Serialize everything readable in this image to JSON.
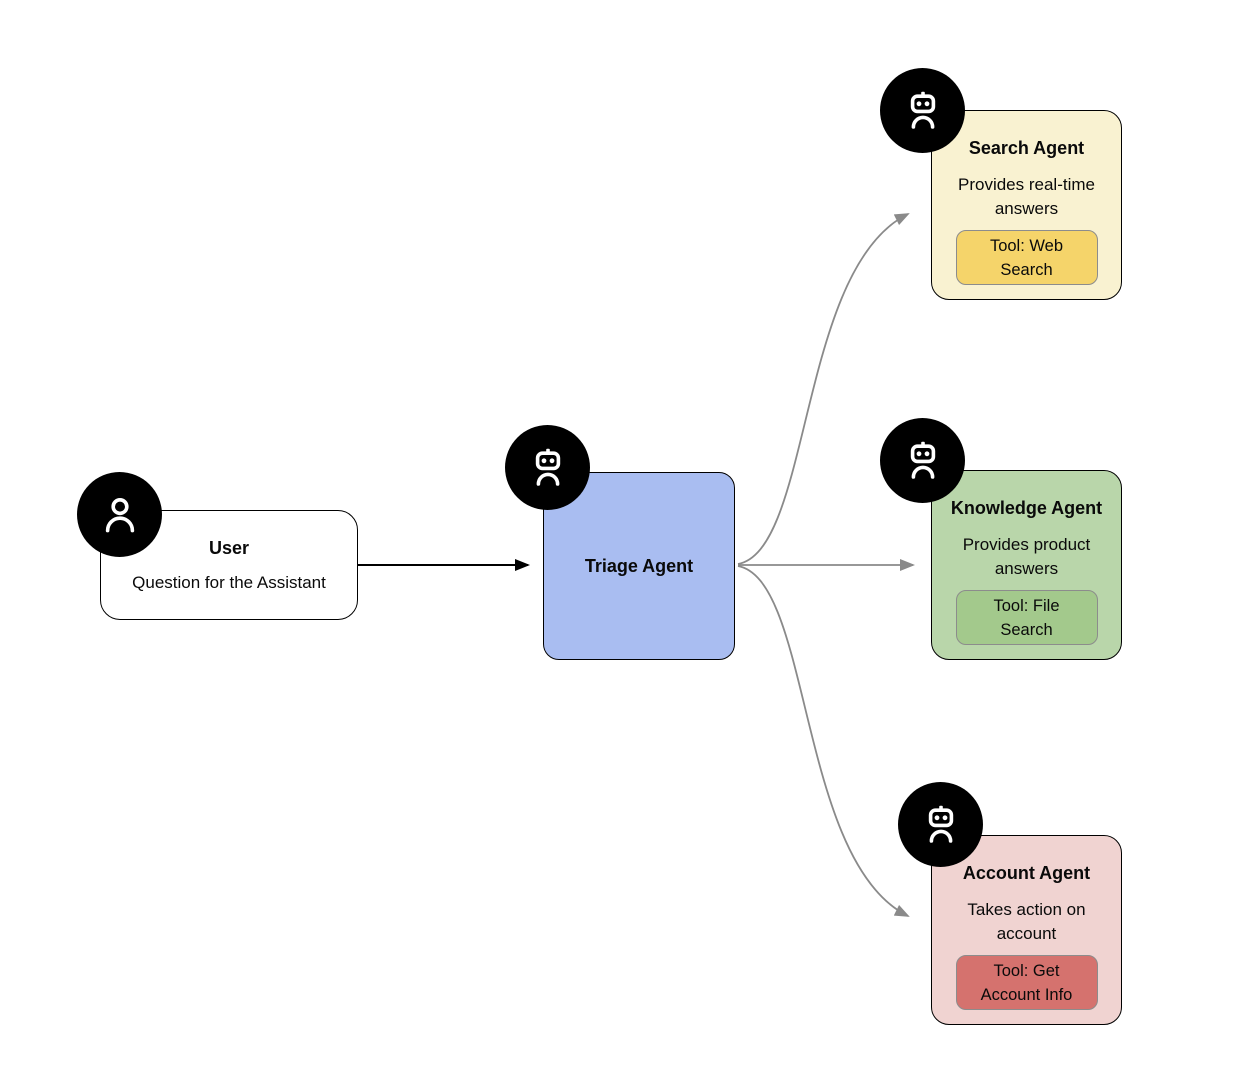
{
  "nodes": {
    "user": {
      "title": "User",
      "subtitle": "Question for the Assistant",
      "icon": "person-icon",
      "fill": "#ffffff"
    },
    "triage": {
      "title": "Triage Agent",
      "icon": "robot-icon",
      "fill": "#a9bdf1"
    },
    "agents": [
      {
        "title": "Search Agent",
        "description": "Provides real-time answers",
        "tool_label": "Tool: Web Search",
        "icon": "robot-icon",
        "fill": "#f9f2d1",
        "tool_fill": "#f5d46a"
      },
      {
        "title": "Knowledge Agent",
        "description": "Provides product answers",
        "tool_label": "Tool: File Search",
        "icon": "robot-icon",
        "fill": "#b9d6aa",
        "tool_fill": "#a3c98c"
      },
      {
        "title": "Account Agent",
        "description": "Takes action on account",
        "tool_label": "Tool: Get Account Info",
        "icon": "robot-icon",
        "fill": "#f0d3d1",
        "tool_fill": "#d5726e"
      }
    ]
  },
  "edges": [
    {
      "from": "User",
      "to": "Triage Agent",
      "color": "#000000",
      "style": "straight"
    },
    {
      "from": "Triage Agent",
      "to": "Search Agent",
      "color": "#8a8a8a",
      "style": "curved-up"
    },
    {
      "from": "Triage Agent",
      "to": "Knowledge Agent",
      "color": "#8a8a8a",
      "style": "straight"
    },
    {
      "from": "Triage Agent",
      "to": "Account Agent",
      "color": "#8a8a8a",
      "style": "curved-down"
    }
  ],
  "colors": {
    "background": "#ffffff",
    "edge_black": "#000000",
    "edge_gray": "#8a8a8a",
    "badge_background": "#000000",
    "node_border": "#000000",
    "tool_border": "#8c8c8c"
  }
}
